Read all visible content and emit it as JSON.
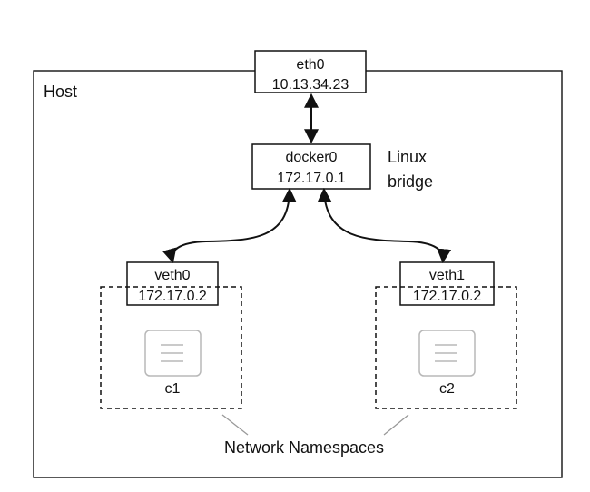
{
  "host": {
    "label": "Host"
  },
  "eth0": {
    "name": "eth0",
    "ip": "10.13.34.23"
  },
  "docker0": {
    "name": "docker0",
    "ip": "172.17.0.1"
  },
  "bridge": {
    "line1": "Linux",
    "line2": "bridge"
  },
  "veth0": {
    "name": "veth0",
    "ip": "172.17.0.2"
  },
  "veth1": {
    "name": "veth1",
    "ip": "172.17.0.2"
  },
  "containers": {
    "c1": "c1",
    "c2": "c2"
  },
  "namespaces": {
    "label": "Network Namespaces"
  },
  "icons": {
    "container": "container-icon"
  },
  "colors": {
    "stroke": "#111111",
    "icon_stroke": "#b8b8b8"
  }
}
